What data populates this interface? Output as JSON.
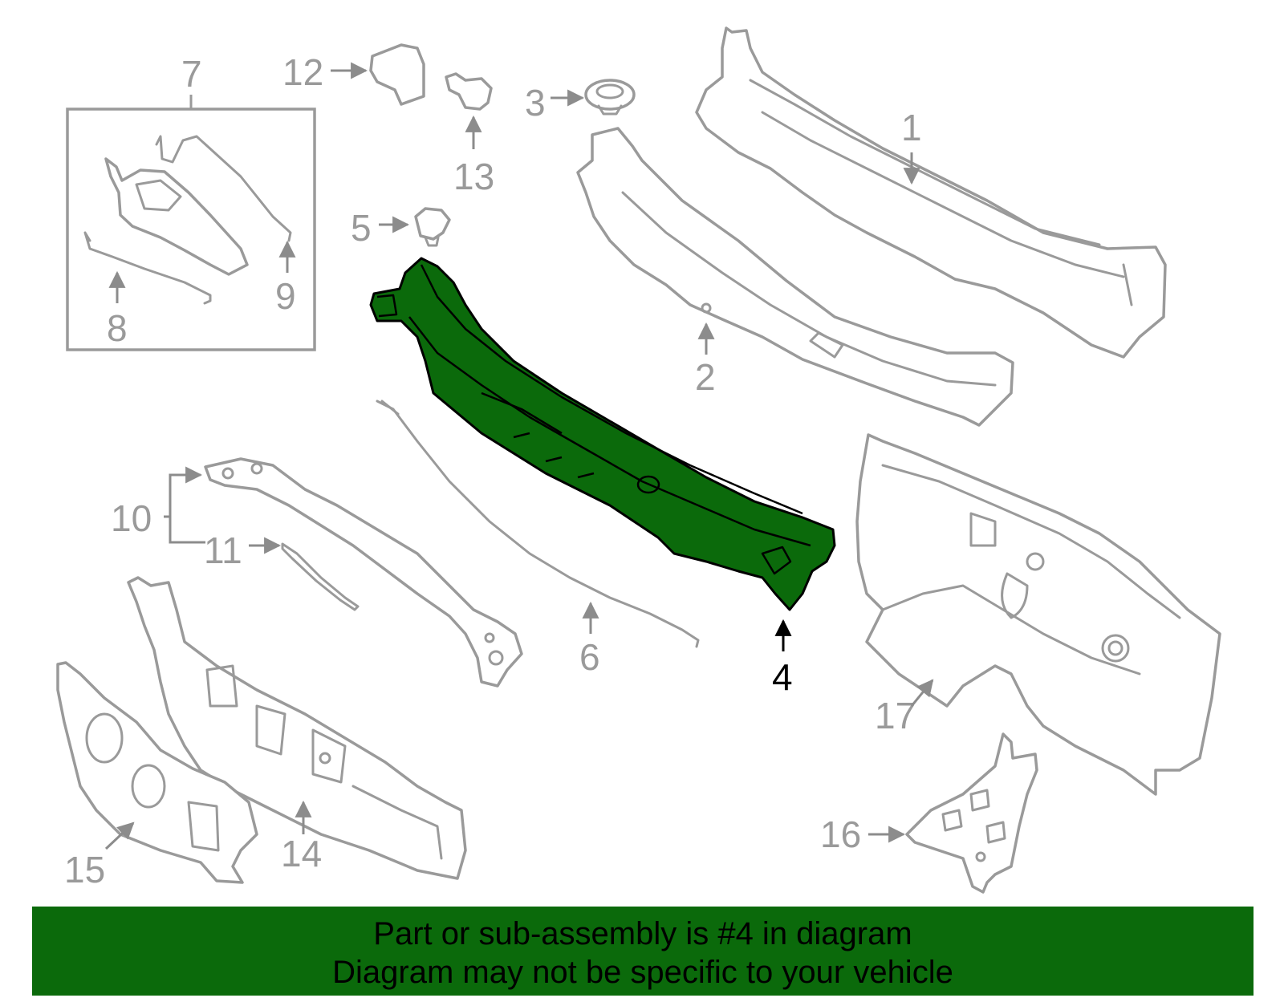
{
  "diagram": {
    "highlight_color": "#0b6a0b",
    "highlighted_part": "4",
    "callouts": {
      "c1": "1",
      "c2": "2",
      "c3": "3",
      "c4": "4",
      "c5": "5",
      "c6": "6",
      "c7": "7",
      "c8": "8",
      "c9": "9",
      "c10": "10",
      "c11": "11",
      "c12": "12",
      "c13": "13",
      "c14": "14",
      "c15": "15",
      "c16": "16",
      "c17": "17"
    }
  },
  "banner": {
    "background": "#0b6a0b",
    "line1": "Part or sub-assembly is #4 in diagram",
    "line2": "Diagram may not be specific to your vehicle"
  }
}
